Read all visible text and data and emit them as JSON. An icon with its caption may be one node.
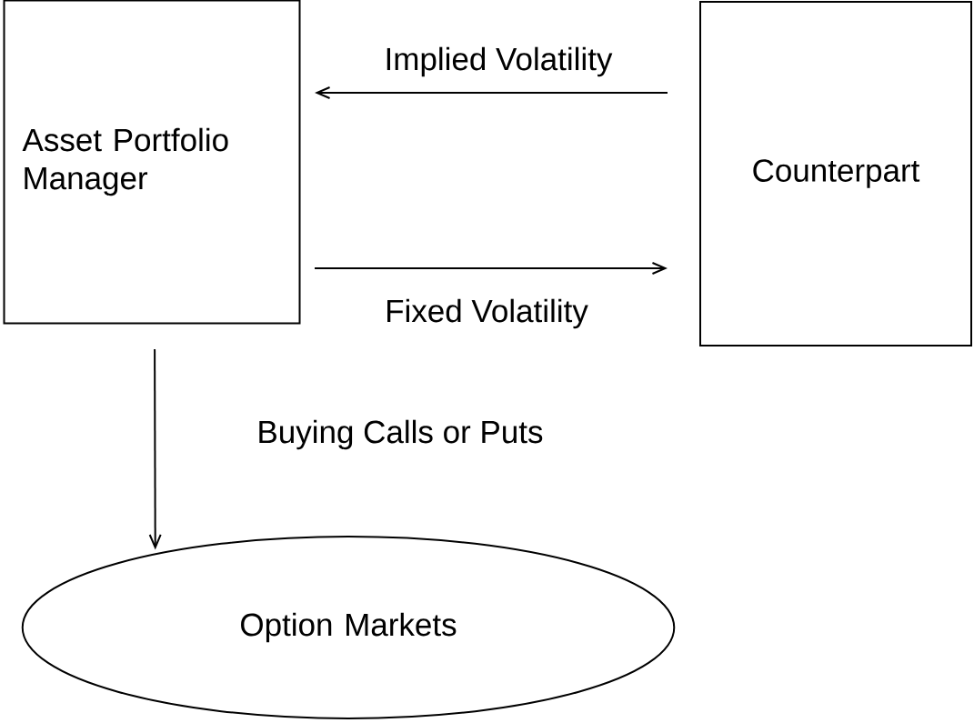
{
  "diagram": {
    "nodes": [
      {
        "text": [
          "Asset Portfolio Manager"
        ]
      },
      {
        "text": [
          "Counterpart"
        ]
      },
      {
        "text": [
          "Option Markets"
        ]
      }
    ],
    "edges": [
      {
        "from": 1,
        "to": 0,
        "arrow": "to",
        "label": "Implied Volatility"
      },
      {
        "from": 0,
        "to": 1,
        "arrow": "to",
        "label": "Fixed Volatility"
      },
      {
        "from": 0,
        "to": 2,
        "arrow": "to",
        "label": "Buying Calls or Puts"
      }
    ]
  }
}
